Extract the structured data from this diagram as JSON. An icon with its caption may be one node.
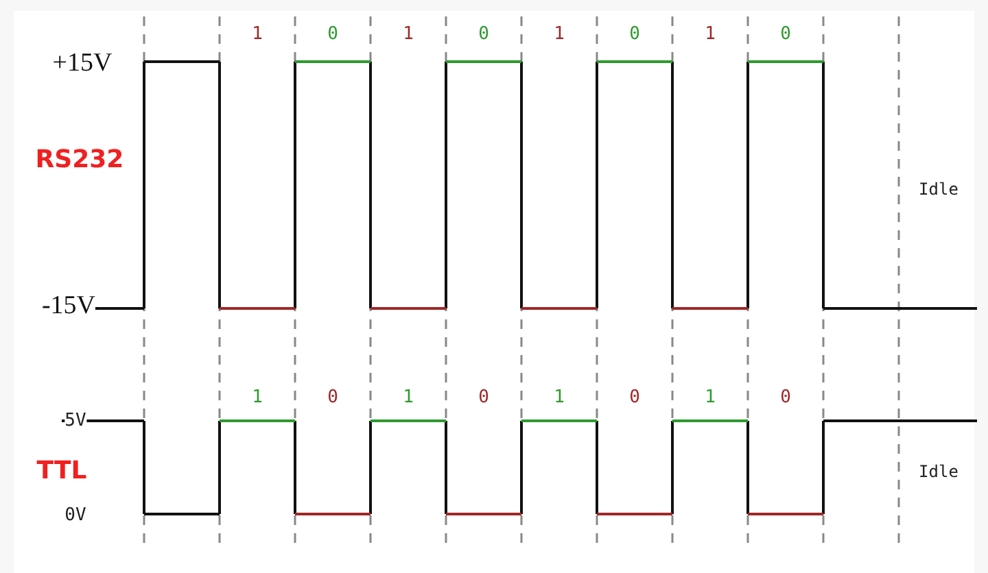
{
  "diagram": {
    "labels": [
      "1",
      "0",
      "1",
      "0",
      "1",
      "0",
      "1",
      "0",
      "+15V",
      "RS232",
      "Idle",
      "-15V",
      "1",
      "0",
      "1",
      "0",
      "1",
      "0",
      "1",
      "0",
      "5V",
      "TTL",
      "Idle",
      "0V"
    ]
  }
}
